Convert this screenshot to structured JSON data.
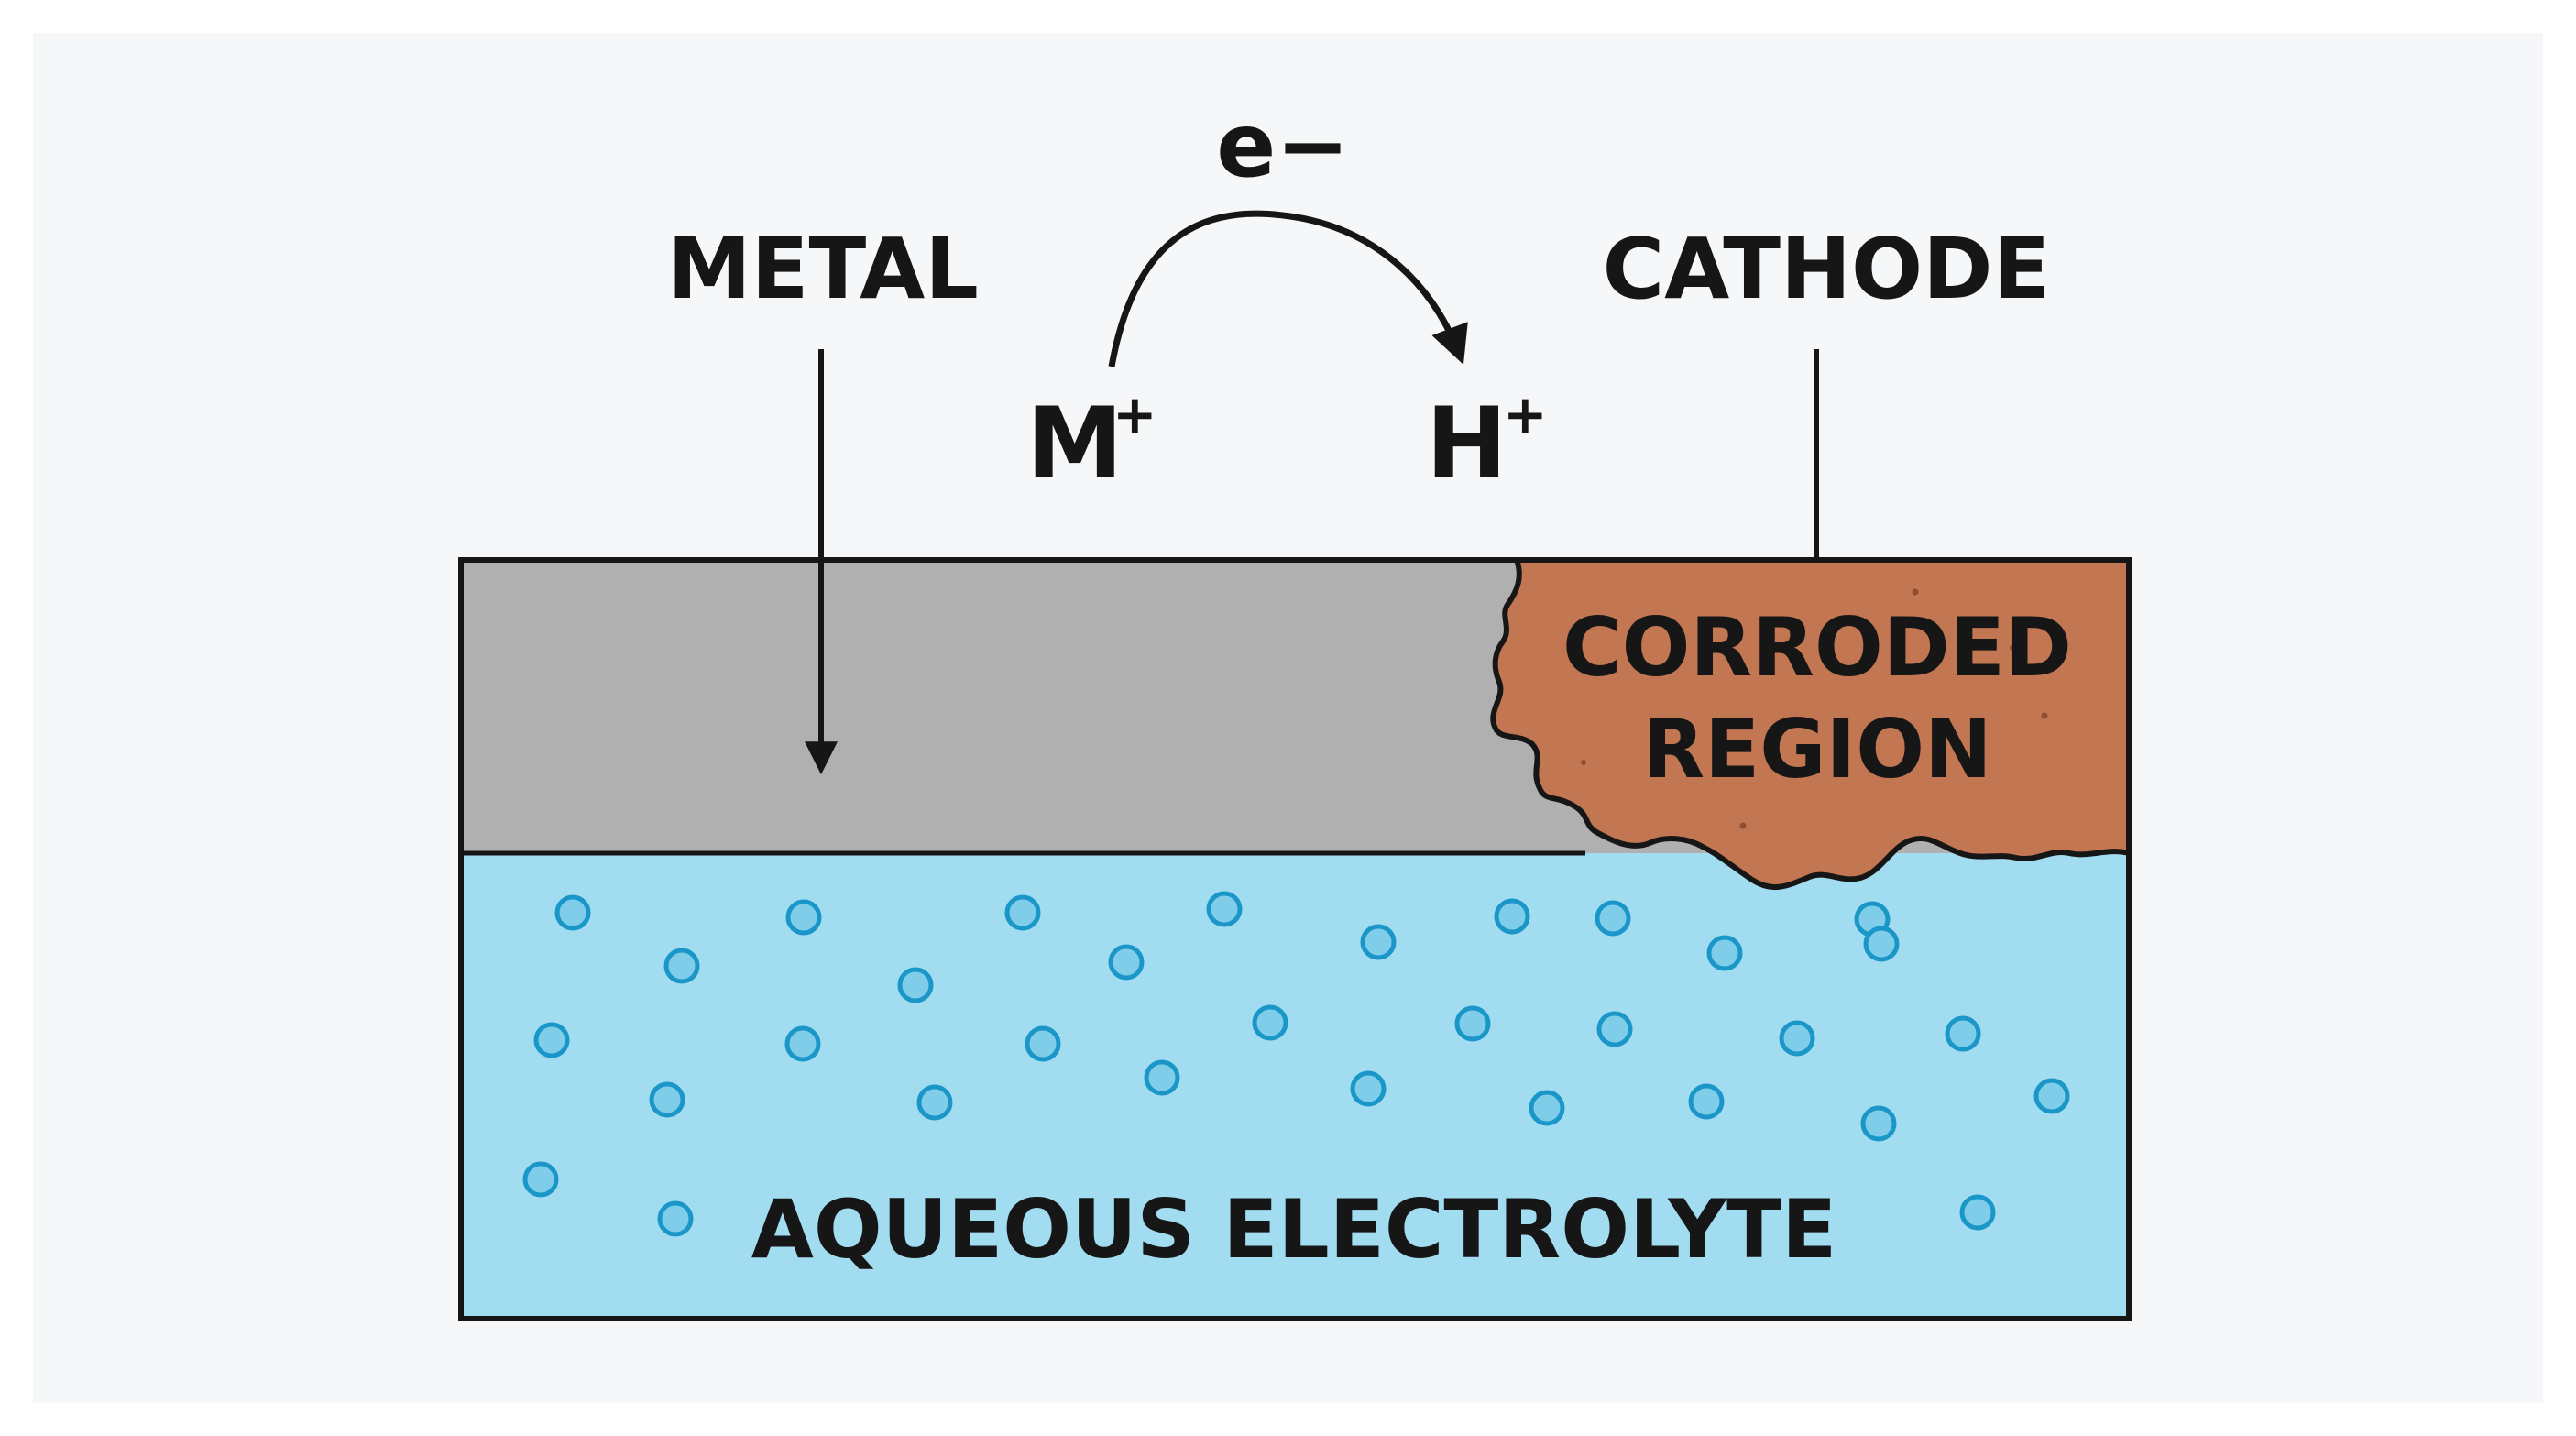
{
  "labels": {
    "electron": "e−",
    "metal": "METAL",
    "cathode": "CATHODE",
    "metal_ion": "M",
    "metal_ion_charge": "+",
    "hydrogen_ion": "H",
    "hydrogen_ion_charge": "+",
    "corroded_line1": "CORRODED",
    "corroded_line2": "REGION",
    "electrolyte": "AQUEOUS ELECTROLYTE"
  },
  "colors": {
    "page_background": "#ffffff",
    "panel_background": "#f5f7f9",
    "metal": "#b0b0b0",
    "corroded": "#c27752",
    "electrolyte": "#a2dcf1",
    "bubble_fill": "#7fcde8",
    "bubble_stroke": "#1a97c8",
    "outline": "#161616"
  }
}
